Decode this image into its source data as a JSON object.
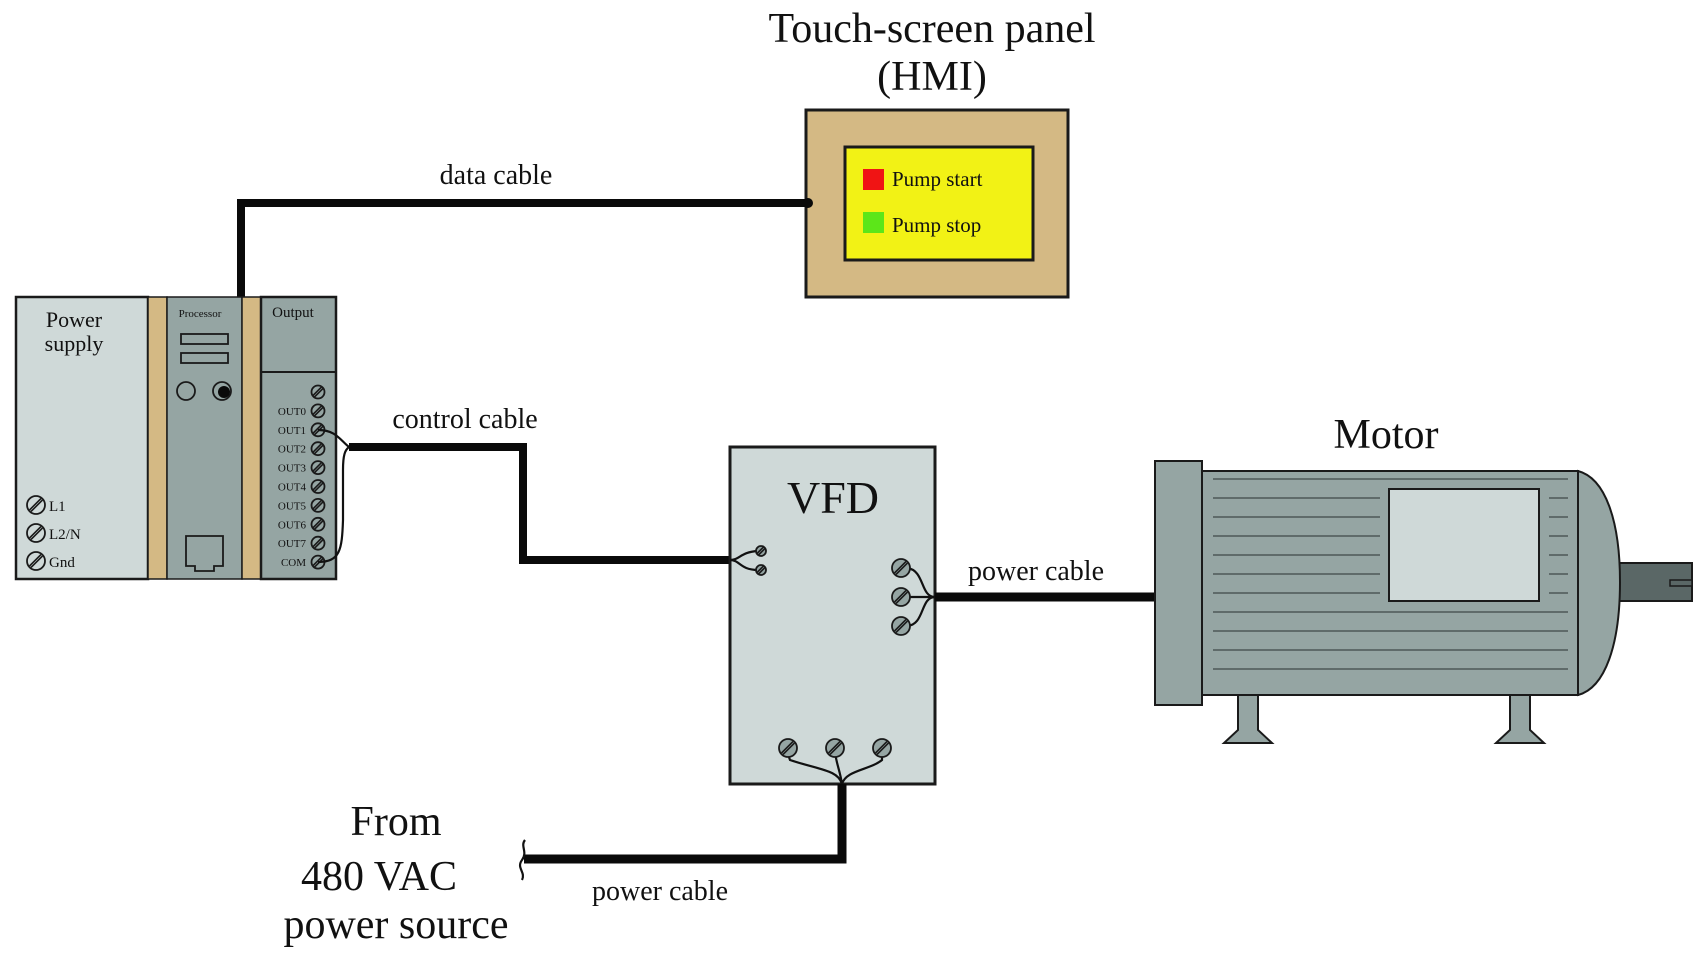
{
  "title": "PLC / HMI / VFD motor control system",
  "colors": {
    "cable": "#0a0a0a",
    "plc_light": "#cfd9d8",
    "plc_dark": "#95a5a3",
    "tan": "#d4b984",
    "hmi_frame": "#d4b984",
    "hmi_screen": "#f2f215",
    "start_button": "#f01414",
    "stop_button": "#5ce619",
    "vfd_body": "#cfd9d8",
    "motor_body": "#95a5a3",
    "motor_window": "#cfd9d8",
    "motor_shaft": "#5a6766"
  },
  "hmi": {
    "title_line1": "Touch-screen panel",
    "title_line2": "(HMI)",
    "buttons": [
      {
        "label": "Pump start",
        "color": "#f01414"
      },
      {
        "label": "Pump stop",
        "color": "#5ce619"
      }
    ]
  },
  "plc": {
    "power_supply": {
      "label_line1": "Power",
      "label_line2": "supply",
      "terminals": [
        "L1",
        "L2/N",
        "Gnd"
      ]
    },
    "processor": {
      "label": "Processor"
    },
    "output": {
      "label": "Output",
      "terminals": [
        "",
        "OUT0",
        "OUT1",
        "OUT2",
        "OUT3",
        "OUT4",
        "OUT5",
        "OUT6",
        "OUT7",
        "COM"
      ]
    }
  },
  "vfd": {
    "label": "VFD"
  },
  "motor": {
    "label": "Motor"
  },
  "cables": {
    "data": "data cable",
    "control": "control cable",
    "motor_power": "power cable",
    "supply_power": "power cable"
  },
  "source": {
    "line1": "From",
    "line2": "480 VAC",
    "line3": "power source"
  }
}
